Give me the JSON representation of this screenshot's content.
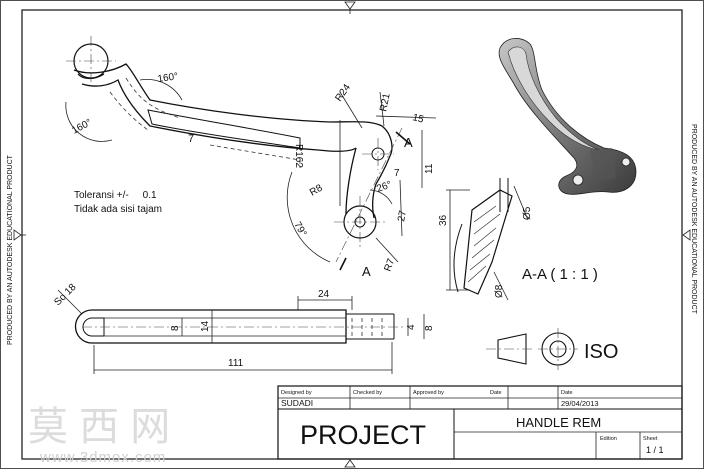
{
  "watermark": {
    "side_text": "PRODUCED BY AN AUTODESK EDUCATIONAL PRODUCT",
    "logo_text": "莫 西 网",
    "site_text": "www.3dmox.com"
  },
  "notes": {
    "tolerance": "Toleransi +/-     0.1",
    "no_sharp": "Tidak ada sisi tajam"
  },
  "dimensions": {
    "angle_160_top": "160°",
    "angle_160_left": "160°",
    "seven_mid": "7",
    "r24": "R24",
    "r21": "R21",
    "d15": "15",
    "d11": "11",
    "r162": "R162",
    "seven_small": "7",
    "r8": "R8",
    "a26": "26°",
    "a79": "79°",
    "d27": "27",
    "r7": "R7",
    "section_a1": "A",
    "section_a2": "A",
    "d36": "36",
    "d5": "Ø5",
    "d8_sec": "Ø8",
    "d24": "24",
    "so18": "So 18",
    "d8_left": "8",
    "d14": "14",
    "d111": "111",
    "d4": "4",
    "d8_right": "8"
  },
  "section_label": "A-A ( 1 : 1 )",
  "projection_label": "ISO",
  "title_block": {
    "designed_by_label": "Designed by",
    "designed_by": "SUDADI",
    "checked_by_label": "Checked by",
    "approved_by_label": "Approved by",
    "date_label": "Date",
    "date_label2": "Date",
    "date": "29/04/2013",
    "project": "PROJECT",
    "title": "HANDLE REM",
    "edition_label": "Edition",
    "sheet_label": "Sheet",
    "sheet": "1 / 1"
  }
}
